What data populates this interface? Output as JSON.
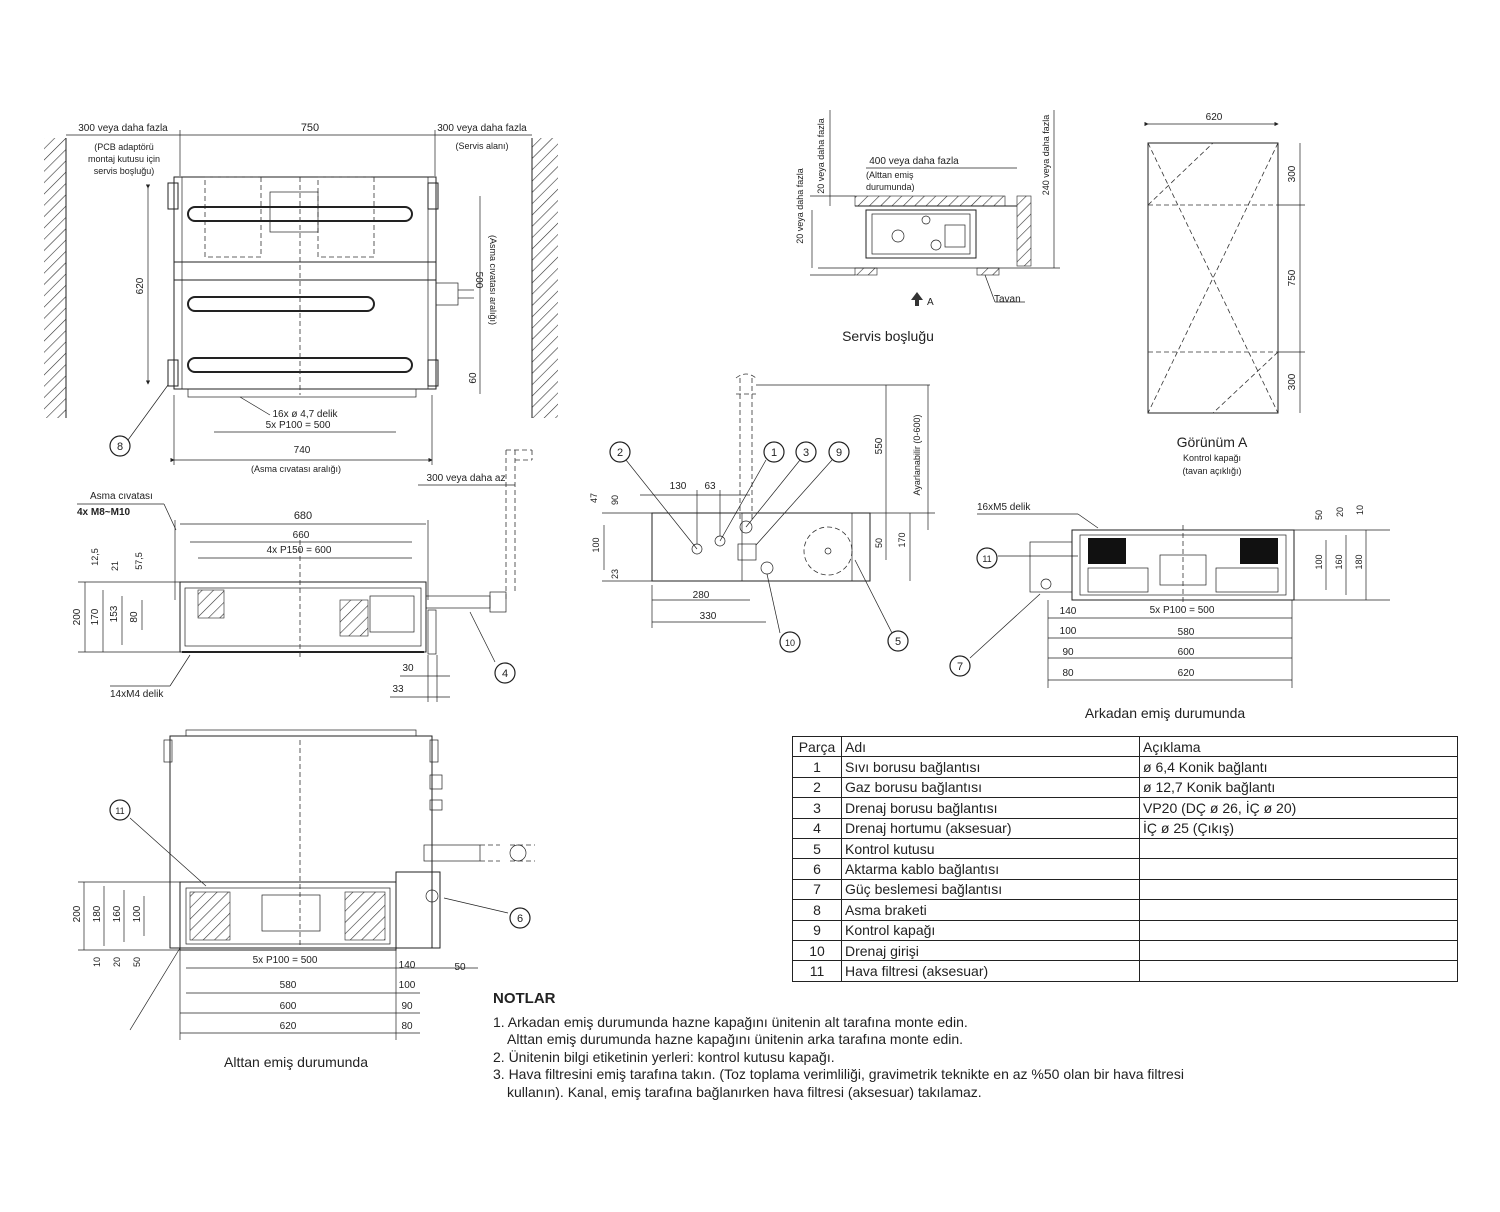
{
  "top_view": {
    "left_clearance": "300 veya daha fazla",
    "left_note": [
      "(PCB adaptörü",
      "montaj kutusu için",
      "servis boşluğu)"
    ],
    "width": "750",
    "right_clearance": "300 veya daha fazla",
    "right_note": "(Servis alanı)",
    "depth": "620",
    "hanger_pitch": "500",
    "hanger_pitch_note": "(Asma cıvatası aralığı)",
    "offset": "60",
    "holes": "16x ø 4,7 delik",
    "hole_pitch": "5x P100 = 500",
    "bolt_span": "740",
    "bolt_span_note": "(Asma cıvatası aralığı)"
  },
  "front_view": {
    "bolt_label": "Asma cıvatası",
    "bolt_spec": "4x M8~M10",
    "drain_note": "300 veya daha az",
    "w680": "680",
    "w660": "660",
    "pitch": "4x P150 = 600",
    "h200": "200",
    "h170": "170",
    "h153": "153",
    "h80": "80",
    "h12_5": "12,5",
    "h21": "21",
    "h57_5": "57,5",
    "d30": "30",
    "d33": "33",
    "holes": "14xM4 delik"
  },
  "service_view": {
    "clear_top": "20 veya daha fazla",
    "clear_side": "20 veya daha fazla",
    "clear_400": "400 veya daha fazla",
    "clear_400_note": [
      "(Alttan emiş",
      "durumunda)"
    ],
    "clear_240": "240 veya daha fazla",
    "ceiling": "Tavan",
    "view_a": "A",
    "caption": "Servis boşluğu"
  },
  "view_a": {
    "w620": "620",
    "d300a": "300",
    "d750": "750",
    "d300b": "300",
    "caption": "Görünüm A",
    "sub": [
      "Kontrol kapağı",
      "(tavan açıklığı)"
    ]
  },
  "side_view": {
    "d130": "130",
    "d63": "63",
    "d47": "47",
    "d90": "90",
    "d100": "100",
    "d23": "23",
    "d280": "280",
    "d330": "330",
    "d550": "550",
    "adjustable": "Ayarlanabilir (0-600)",
    "d50": "50",
    "d170": "170"
  },
  "rear_view": {
    "holes": "16xM5 delik",
    "d50": "50",
    "d20": "20",
    "d10": "10",
    "d100": "100",
    "d160": "160",
    "d180": "180",
    "d140": "140",
    "d100b": "100",
    "d90": "90",
    "d80": "80",
    "pitch": "5x P100 = 500",
    "w580": "580",
    "w600": "600",
    "w620": "620",
    "caption": "Arkadan emiş durumunda"
  },
  "bottom_view": {
    "h200": "200",
    "h180": "180",
    "h160": "160",
    "h100": "100",
    "h10": "10",
    "h20": "20",
    "h50": "50",
    "pitch": "5x P100 = 500",
    "d140": "140",
    "d50": "50",
    "d100": "100",
    "d90": "90",
    "d80": "80",
    "w580": "580",
    "w600": "600",
    "w620": "620",
    "caption": "Alttan emiş durumunda"
  },
  "callouts": [
    "1",
    "2",
    "3",
    "4",
    "5",
    "6",
    "7",
    "8",
    "9",
    "10",
    "11"
  ],
  "parts_table": {
    "headers": [
      "Parça",
      "Adı",
      "Açıklama"
    ],
    "rows": [
      [
        "1",
        "Sıvı borusu bağlantısı",
        "ø 6,4 Konik bağlantı"
      ],
      [
        "2",
        "Gaz borusu bağlantısı",
        "ø 12,7 Konik bağlantı"
      ],
      [
        "3",
        "Drenaj borusu bağlantısı",
        "VP20 (DÇ ø  26, İÇ ø  20)"
      ],
      [
        "4",
        "Drenaj hortumu (aksesuar)",
        "İÇ ø 25 (Çıkış)"
      ],
      [
        "5",
        "Kontrol kutusu",
        ""
      ],
      [
        "6",
        "Aktarma kablo bağlantısı",
        ""
      ],
      [
        "7",
        "Güç beslemesi bağlantısı",
        ""
      ],
      [
        "8",
        "Asma braketi",
        ""
      ],
      [
        "9",
        "Kontrol kapağı",
        ""
      ],
      [
        "10",
        "Drenaj girişi",
        ""
      ],
      [
        "11",
        "Hava filtresi (aksesuar)",
        ""
      ]
    ]
  },
  "notes": {
    "heading": "NOTLAR",
    "n1a": "1. Arkadan emiş durumunda hazne kapağını ünitenin alt tarafına monte edin.",
    "n1b": "Alttan emiş durumunda hazne kapağını ünitenin arka tarafına monte edin.",
    "n2": "2. Ünitenin bilgi etiketinin yerleri: kontrol kutusu kapağı.",
    "n3a": "3. Hava filtresini emiş tarafına takın. (Toz toplama verimliliği, gravimetrik teknikte en az %50 olan bir hava filtresi",
    "n3b": "kullanın). Kanal, emiş tarafına bağlanırken hava filtresi (aksesuar) takılamaz."
  }
}
